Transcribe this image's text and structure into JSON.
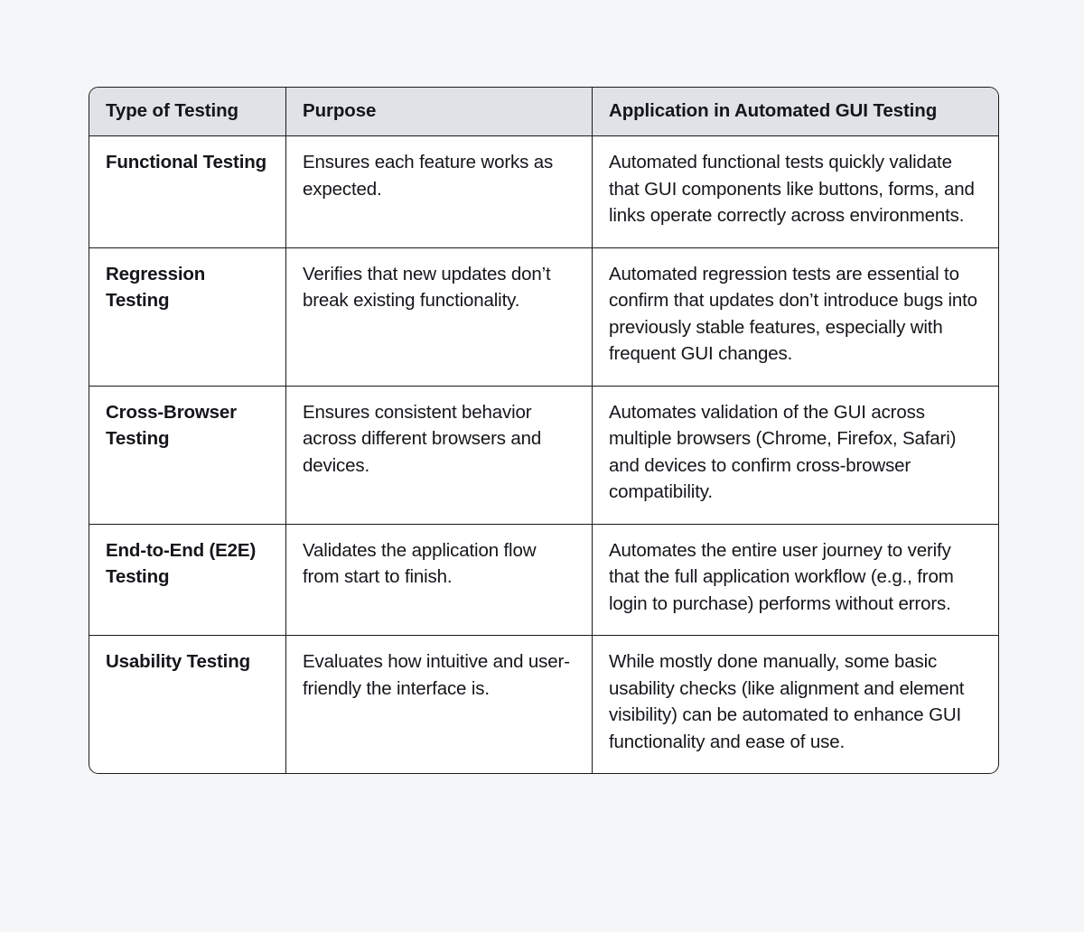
{
  "table": {
    "columns": [
      {
        "key": "type",
        "label": "Type of Testing"
      },
      {
        "key": "purpose",
        "label": "Purpose"
      },
      {
        "key": "application",
        "label": "Application in Automated GUI Testing"
      }
    ],
    "rows": [
      {
        "type": "Functional Testing",
        "purpose": "Ensures each feature works as expected.",
        "application": "Automated functional tests quickly validate that GUI components like buttons, forms, and links operate correctly across environments."
      },
      {
        "type": "Regression Testing",
        "purpose": "Verifies that new updates don’t break existing functionality.",
        "application": "Automated regression tests are essential to confirm that updates don’t introduce bugs into previously stable features, especially with frequent GUI changes."
      },
      {
        "type": "Cross-Browser Testing",
        "purpose": "Ensures consistent behavior across different browsers and devices.",
        "application": "Automates validation of the GUI across multiple browsers (Chrome, Firefox, Safari) and devices to confirm cross-browser compatibility."
      },
      {
        "type": "End-to-End (E2E) Testing",
        "purpose": "Validates the application flow from start to finish.",
        "application": "Automates the entire user journey to verify that the full application workflow (e.g., from login to purchase) performs without errors."
      },
      {
        "type": "Usability Testing",
        "purpose": "Evaluates how intuitive and user-friendly the interface is.",
        "application": "While mostly done manually, some basic usability checks (like alignment and element visibility) can be automated to enhance GUI functionality and ease of use."
      }
    ]
  },
  "colors": {
    "page_background": "#f5f6f8",
    "header_background": "#dfe2e6",
    "border": "#1a1a1a",
    "text": "#14161a",
    "cell_background": "#ffffff"
  }
}
